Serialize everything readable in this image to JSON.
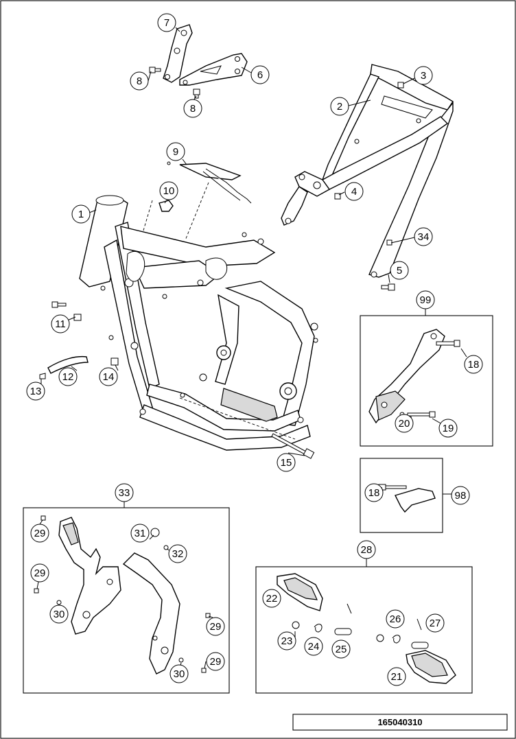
{
  "drawing": {
    "reference_number": "165040310"
  },
  "callouts": {
    "c1": "1",
    "c2": "2",
    "c3": "3",
    "c4": "4",
    "c5": "5",
    "c6": "6",
    "c7": "7",
    "c8a": "8",
    "c8b": "8",
    "c9": "9",
    "c10": "10",
    "c11": "11",
    "c12": "12",
    "c13": "13",
    "c14": "14",
    "c15": "15",
    "c18a": "18",
    "c18b": "18",
    "c19": "19",
    "c20": "20",
    "c21": "21",
    "c22": "22",
    "c23": "23",
    "c24": "24",
    "c25": "25",
    "c26": "26",
    "c27": "27",
    "c28": "28",
    "c29a": "29",
    "c29b": "29",
    "c29c": "29",
    "c29d": "29",
    "c30a": "30",
    "c30b": "30",
    "c31": "31",
    "c32": "32",
    "c33": "33",
    "c34": "34",
    "c98": "98",
    "c99": "99"
  },
  "groups": {
    "frame_protector_set": "33",
    "footrest_set": "28",
    "chain_slider_guide_99": "99",
    "chain_slider_guide_98": "98"
  },
  "colors": {
    "line": "#000000",
    "background": "#ffffff",
    "shade": "#d9d9d9"
  }
}
